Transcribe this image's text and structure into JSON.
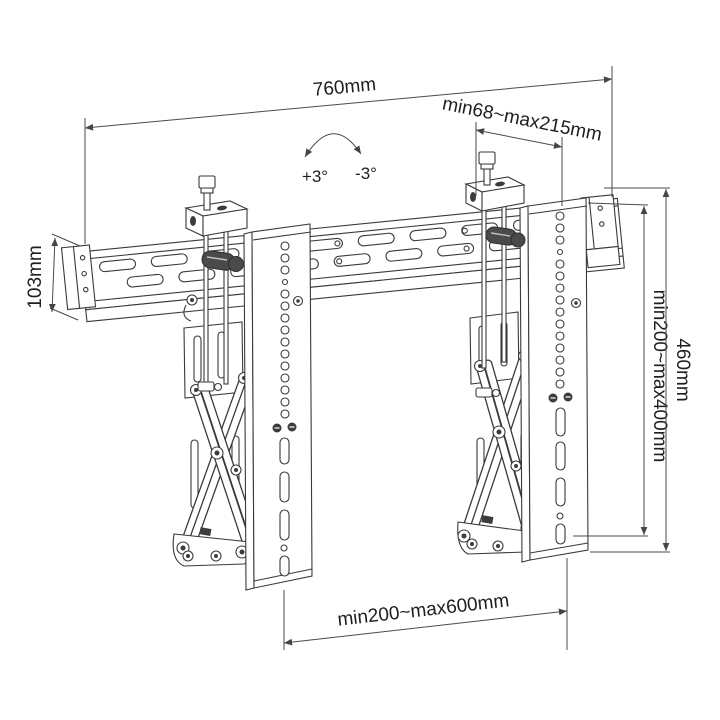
{
  "diagram": {
    "description": "Technical dimension drawing of a pop-out tilting video wall TV mount",
    "labels": {
      "total_width": "760mm",
      "depth_range": "min68~max215mm",
      "rail_height": "103mm",
      "tilt_up": "+3°",
      "tilt_down": "-3°",
      "vertical_range": "min200~max400mm",
      "bracket_height": "460mm",
      "horizontal_range": "min200~max600mm"
    }
  }
}
